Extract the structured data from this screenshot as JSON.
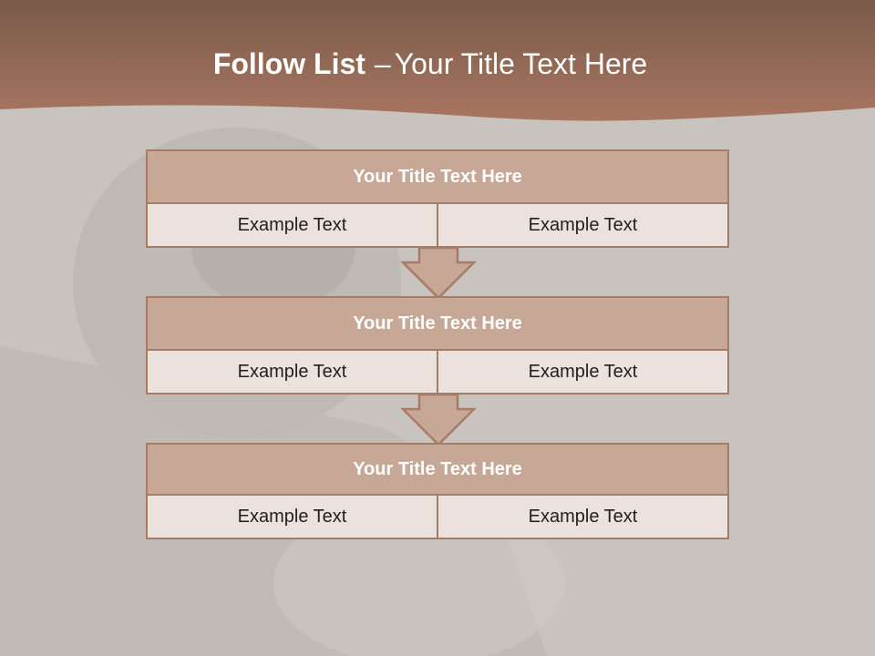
{
  "slide": {
    "title_bold": "Follow List",
    "title_dash": "–",
    "title_rest": "Your Title Text Here",
    "accent_color": "#a87b66",
    "header_color": "#a4715a",
    "head_fill": "#c7a897",
    "cell_fill": "#ebe1dd"
  },
  "steps": [
    {
      "title": "Your Title Text Here",
      "left": "Example Text",
      "right": "Example Text"
    },
    {
      "title": "Your Title Text Here",
      "left": "Example Text",
      "right": "Example Text"
    },
    {
      "title": "Your Title Text Here",
      "left": "Example Text",
      "right": "Example Text"
    }
  ]
}
